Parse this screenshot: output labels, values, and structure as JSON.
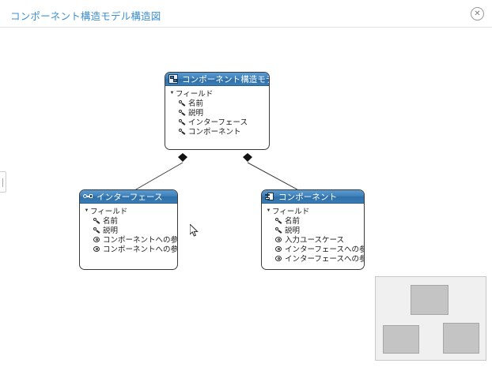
{
  "header": {
    "title": "コンポーネント構造モデル構造図",
    "close_label": "✕",
    "title_color": "#3d8fd1"
  },
  "diagram": {
    "type": "uml-class-structure",
    "relation_type": "composition",
    "nodes": [
      {
        "id": "model",
        "title": "コンポーネント構造モデル",
        "icon": "model-icon",
        "section": "フィールド",
        "fields": [
          {
            "label": "名前",
            "icon": "attribute-icon"
          },
          {
            "label": "説明",
            "icon": "attribute-icon"
          },
          {
            "label": "インターフェース",
            "icon": "attribute-icon"
          },
          {
            "label": "コンポーネント",
            "icon": "attribute-icon"
          }
        ]
      },
      {
        "id": "interface",
        "title": "インターフェース",
        "icon": "interface-icon",
        "section": "フィールド",
        "fields": [
          {
            "label": "名前",
            "icon": "attribute-icon"
          },
          {
            "label": "説明",
            "icon": "attribute-icon"
          },
          {
            "label": "コンポーネントへの参照",
            "icon": "reference-icon"
          },
          {
            "label": "コンポーネントへの参照",
            "icon": "reference-icon"
          }
        ]
      },
      {
        "id": "component",
        "title": "コンポーネント",
        "icon": "component-icon",
        "section": "フィールド",
        "fields": [
          {
            "label": "名前",
            "icon": "attribute-icon"
          },
          {
            "label": "説明",
            "icon": "attribute-icon"
          },
          {
            "label": "入力ユースケース",
            "icon": "reference-icon"
          },
          {
            "label": "インターフェースへの参照",
            "icon": "reference-icon"
          },
          {
            "label": "インターフェースへの参照",
            "icon": "reference-icon"
          }
        ]
      }
    ],
    "edges": [
      {
        "from": "model",
        "to": "interface",
        "decoration": "filled-diamond"
      },
      {
        "from": "model",
        "to": "component",
        "decoration": "filled-diamond"
      }
    ]
  },
  "minimap": {
    "boxes": [
      {
        "id": "model-thumb"
      },
      {
        "id": "interface-thumb"
      },
      {
        "id": "component-thumb"
      }
    ]
  },
  "twisty": "▼"
}
